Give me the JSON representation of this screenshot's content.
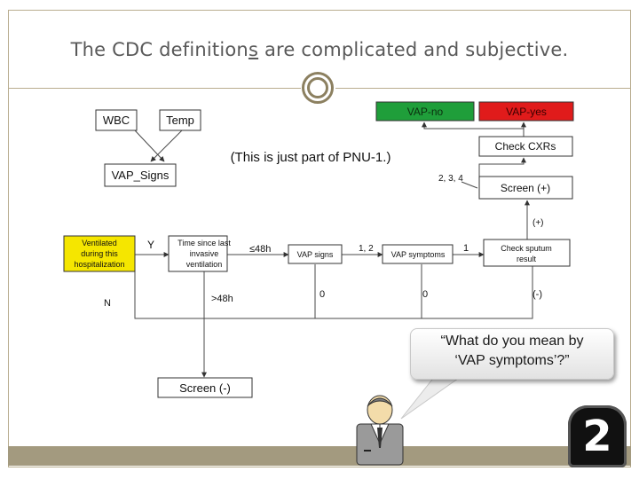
{
  "title": {
    "before": "The CDC definition",
    "underlined": "s",
    "after": " are complicated and subjective."
  },
  "diagram": {
    "nodes": {
      "wbc": "WBC",
      "temp": "Temp",
      "vap_signs_box": "VAP_Signs",
      "vap_no": "VAP-no",
      "vap_yes": "VAP-yes",
      "check_cxrs": "Check CXRs",
      "screen_pos": "Screen (+)",
      "ventilated": [
        "Ventilated",
        "during this",
        "hospitalization"
      ],
      "time_since": [
        "Time since last",
        "invasive",
        "ventilation"
      ],
      "vap_signs": "VAP signs",
      "vap_symptoms": "VAP symptoms",
      "check_sputum": [
        "Check sputum",
        "result"
      ],
      "screen_neg": "Screen (-)"
    },
    "note": "(This is just part of PNU-1.)",
    "edge_labels": {
      "y": "Y",
      "n": "N",
      "le48": "≤48h",
      "gt48": ">48h",
      "one_two": "1, 2",
      "one": "1",
      "zero_a": "0",
      "zero_b": "0",
      "two_three_four": "2, 3, 4",
      "plus": "(+)",
      "minus": "(-)"
    },
    "colors": {
      "vap_no": "#1f9e3a",
      "vap_yes": "#e01b1b",
      "ventilated": "#f5e600"
    }
  },
  "callout": {
    "line1": "“What do you mean by",
    "line2": "‘VAP symptoms’?”"
  },
  "page_number": "2"
}
